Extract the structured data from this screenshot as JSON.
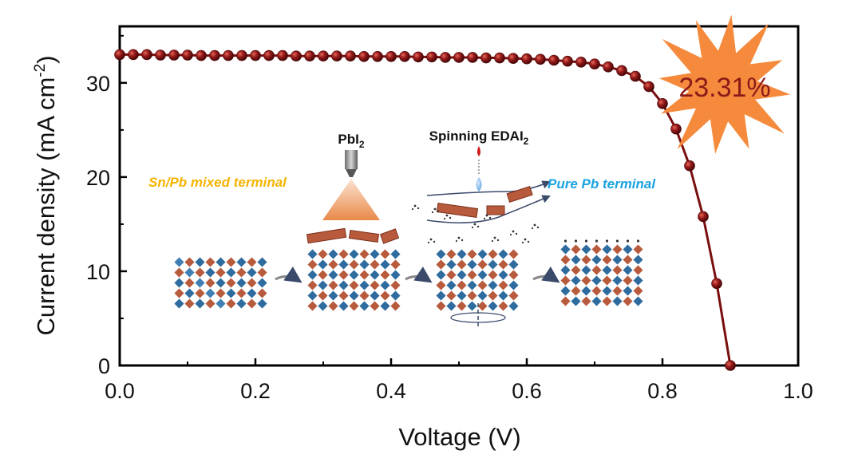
{
  "chart_data": {
    "type": "line",
    "xlabel": "Voltage (V)",
    "ylabel_main": "Current density (mA cm",
    "ylabel_sup": "-2",
    "ylabel_close": ")",
    "xlim": [
      0.0,
      1.0
    ],
    "ylim": [
      0,
      36
    ],
    "xticks": [
      0.0,
      0.2,
      0.4,
      0.6,
      0.8,
      1.0
    ],
    "xtick_labels": [
      "0.0",
      "0.2",
      "0.4",
      "0.6",
      "0.8",
      "1.0"
    ],
    "yticks": [
      0,
      10,
      20,
      30
    ],
    "ytick_labels": [
      "0",
      "10",
      "20",
      "30"
    ],
    "grid": false,
    "series": [
      {
        "color": "#7a0e0e",
        "x": [
          0.0,
          0.02,
          0.04,
          0.06,
          0.08,
          0.1,
          0.12,
          0.14,
          0.16,
          0.18,
          0.2,
          0.22,
          0.24,
          0.26,
          0.28,
          0.3,
          0.32,
          0.34,
          0.36,
          0.38,
          0.4,
          0.42,
          0.44,
          0.46,
          0.48,
          0.5,
          0.52,
          0.54,
          0.56,
          0.58,
          0.6,
          0.62,
          0.64,
          0.66,
          0.68,
          0.7,
          0.72,
          0.74,
          0.76,
          0.78,
          0.8,
          0.82,
          0.84,
          0.86,
          0.88,
          0.9
        ],
        "y": [
          33.0,
          33.0,
          33.0,
          32.95,
          32.95,
          32.95,
          32.9,
          32.9,
          32.9,
          32.9,
          32.9,
          32.9,
          32.9,
          32.85,
          32.85,
          32.85,
          32.85,
          32.85,
          32.8,
          32.8,
          32.8,
          32.8,
          32.75,
          32.75,
          32.7,
          32.7,
          32.7,
          32.65,
          32.65,
          32.6,
          32.55,
          32.5,
          32.4,
          32.3,
          32.2,
          32.0,
          31.7,
          31.3,
          30.7,
          29.6,
          27.8,
          25.1,
          21.2,
          15.8,
          8.7,
          0.0
        ]
      }
    ],
    "annotations": {
      "pce": "23.31%",
      "pbi2_main": "PbI",
      "pbi2_sub": "2",
      "spinning_main": "Spinning EDAI",
      "spinning_sub": "2",
      "snpb_label": "Sn/Pb mixed terminal",
      "pure_pb_label": "Pure Pb terminal"
    },
    "colors": {
      "curve": "#7a0e0e",
      "star_fill": "#f58a3c",
      "pce_text": "#8b1a1a",
      "snpb_text": "#f5b400",
      "pure_pb_text": "#1aa3e0",
      "octa_blue": "#2e6b9e",
      "octa_brown": "#b85a3c"
    }
  }
}
